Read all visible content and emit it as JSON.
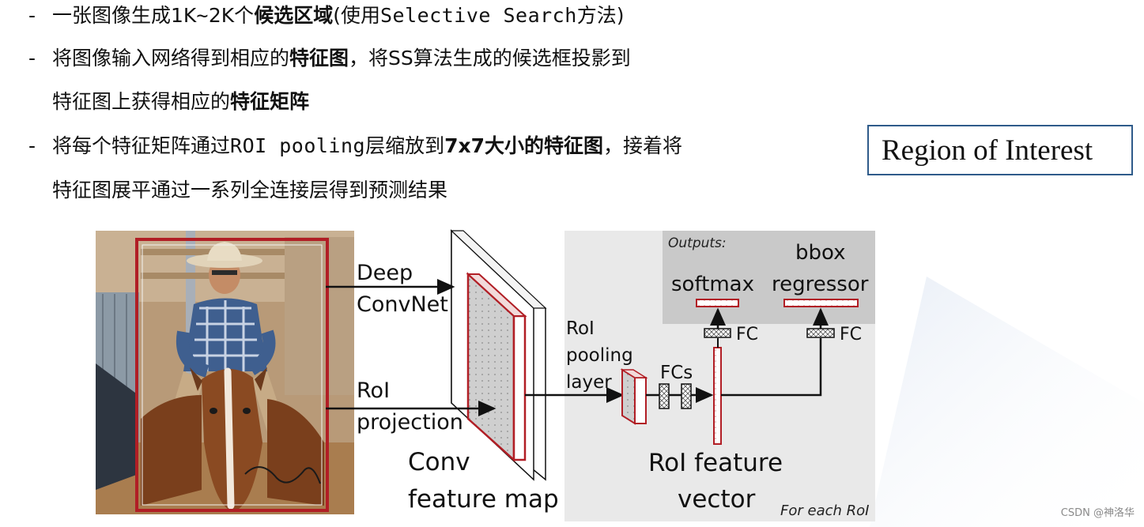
{
  "bullets": [
    {
      "parts": [
        {
          "text": "一张图像生成1K",
          "style": "normal"
        },
        {
          "text": "~",
          "style": "mono"
        },
        {
          "text": "2K个",
          "style": "normal"
        },
        {
          "text": "候选区域",
          "style": "bold"
        },
        {
          "text": "(使用",
          "style": "normal"
        },
        {
          "text": "Selective Search",
          "style": "mono"
        },
        {
          "text": "方法)",
          "style": "normal"
        }
      ]
    },
    {
      "parts": [
        {
          "text": "将图像输入网络得到相应的",
          "style": "normal"
        },
        {
          "text": "特征图",
          "style": "bold"
        },
        {
          "text": "，将SS算法生成的候选框投影到",
          "style": "normal"
        }
      ]
    },
    {
      "continuation": true,
      "parts": [
        {
          "text": "特征图上获得相应的",
          "style": "normal"
        },
        {
          "text": "特征矩阵",
          "style": "bold"
        }
      ]
    },
    {
      "parts": [
        {
          "text": "将每个特征矩阵通过",
          "style": "normal"
        },
        {
          "text": "ROI pooling",
          "style": "mono"
        },
        {
          "text": "层缩放到",
          "style": "normal"
        },
        {
          "text": "7x7大小的特征图",
          "style": "bold"
        },
        {
          "text": "，接着将",
          "style": "normal"
        }
      ]
    },
    {
      "continuation": true,
      "parts": [
        {
          "text": "特征图展平通过一系列全连接层得到预测结果",
          "style": "normal"
        }
      ]
    }
  ],
  "bullet_marker": "-",
  "roi_title": "Region of Interest",
  "diagram": {
    "deep_label": "Deep",
    "convnet_label": "ConvNet",
    "roi_label": "RoI",
    "projection_label": "projection",
    "conv_label": "Conv",
    "feature_map_label": "feature map",
    "roi_pool_l1": "RoI",
    "roi_pool_l2": "pooling",
    "roi_pool_l3": "layer",
    "fcs_label": "FCs",
    "roi_feature_label": "RoI feature",
    "vector_label": "vector",
    "outputs_label": "Outputs:",
    "softmax_label": "softmax",
    "bbox_label": "bbox",
    "regressor_label": "regressor",
    "fc_label_1": "FC",
    "fc_label_2": "FC",
    "for_each_label": "For each RoI"
  },
  "watermark": "CSDN @神洛华",
  "colors": {
    "accent_red": "#c0272d",
    "panel_grey": "#e8e8e8",
    "outputs_grey": "#c8c8c8",
    "box_border": "#2f5b8a"
  }
}
